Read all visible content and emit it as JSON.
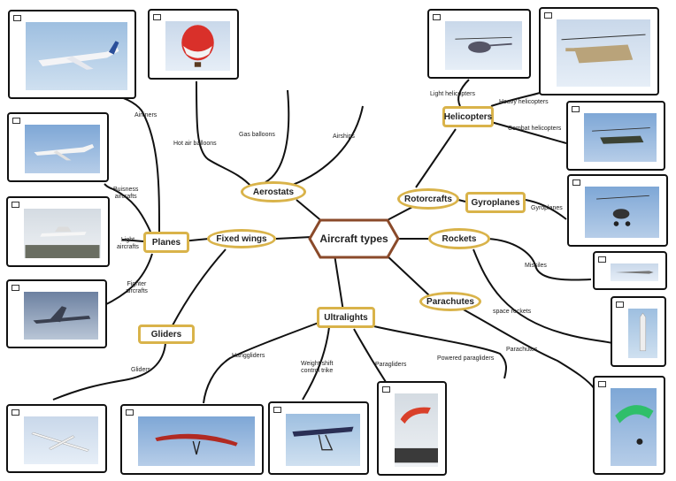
{
  "center": "Aircraft types",
  "nodes": {
    "aerostats": "Aerostats",
    "fixed_wings": "Fixed wings",
    "planes": "Planes",
    "gliders": "Gliders",
    "ultralights": "Ultralights",
    "rotorcrafts": "Rotorcrafts",
    "helicopters": "Helicopters",
    "gyroplanes": "Gyroplanes",
    "rockets": "Rockets",
    "parachutes": "Parachutes"
  },
  "labels": {
    "airliners": "Airliners",
    "business_1": "Buisness",
    "business_2": "aircrafts",
    "light_1": "Light",
    "light_2": "aircrafts",
    "fighter_1": "Fighter",
    "fighter_2": "aircrafts",
    "gliders": "Gliders",
    "hot_air_balloons": "Hot air balloons",
    "gas_balloons": "Gas balloons",
    "airships": "Airships",
    "hanggliders": "Hanggliders",
    "weight_shift_1": "Weight shift",
    "weight_shift_2": "control trike",
    "paragliders": "Paragliders",
    "powered_paragliders": "Powered paragliders",
    "light_helicopters": "Light helicopters",
    "heavy_helicopters": "Heavy helicopters",
    "combat_helicopters": "Combat helicopters",
    "gyroplanes": "Gyroplanes",
    "missiles": "Missiles",
    "space_rockets": "space rockets",
    "parachutes": "Parachutes"
  },
  "colors": {
    "node_border": "#d9b34a",
    "center_border": "#8a4a2a",
    "line": "#111111"
  }
}
